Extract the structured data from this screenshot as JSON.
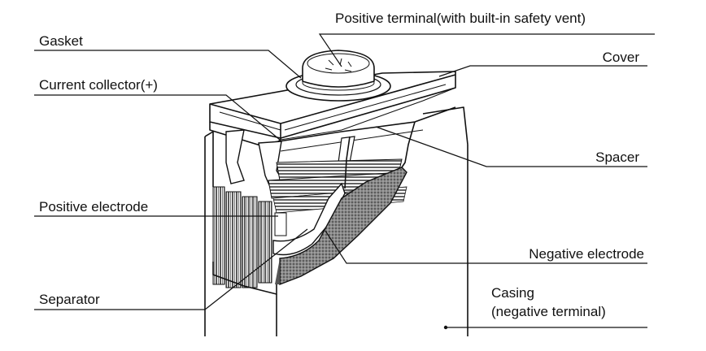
{
  "labels": {
    "positive_terminal": "Positive terminal(with built-in safety vent)",
    "gasket": "Gasket",
    "cover": "Cover",
    "current_collector": "Current collector(+)",
    "spacer": "Spacer",
    "positive_electrode": "Positive electrode",
    "negative_electrode": "Negative electrode",
    "separator": "Separator",
    "casing_line1": "Casing",
    "casing_line2": "(negative terminal)"
  },
  "colors": {
    "ink": "#111111",
    "negative_electrode_fill": "#777777",
    "background": "#ffffff"
  }
}
